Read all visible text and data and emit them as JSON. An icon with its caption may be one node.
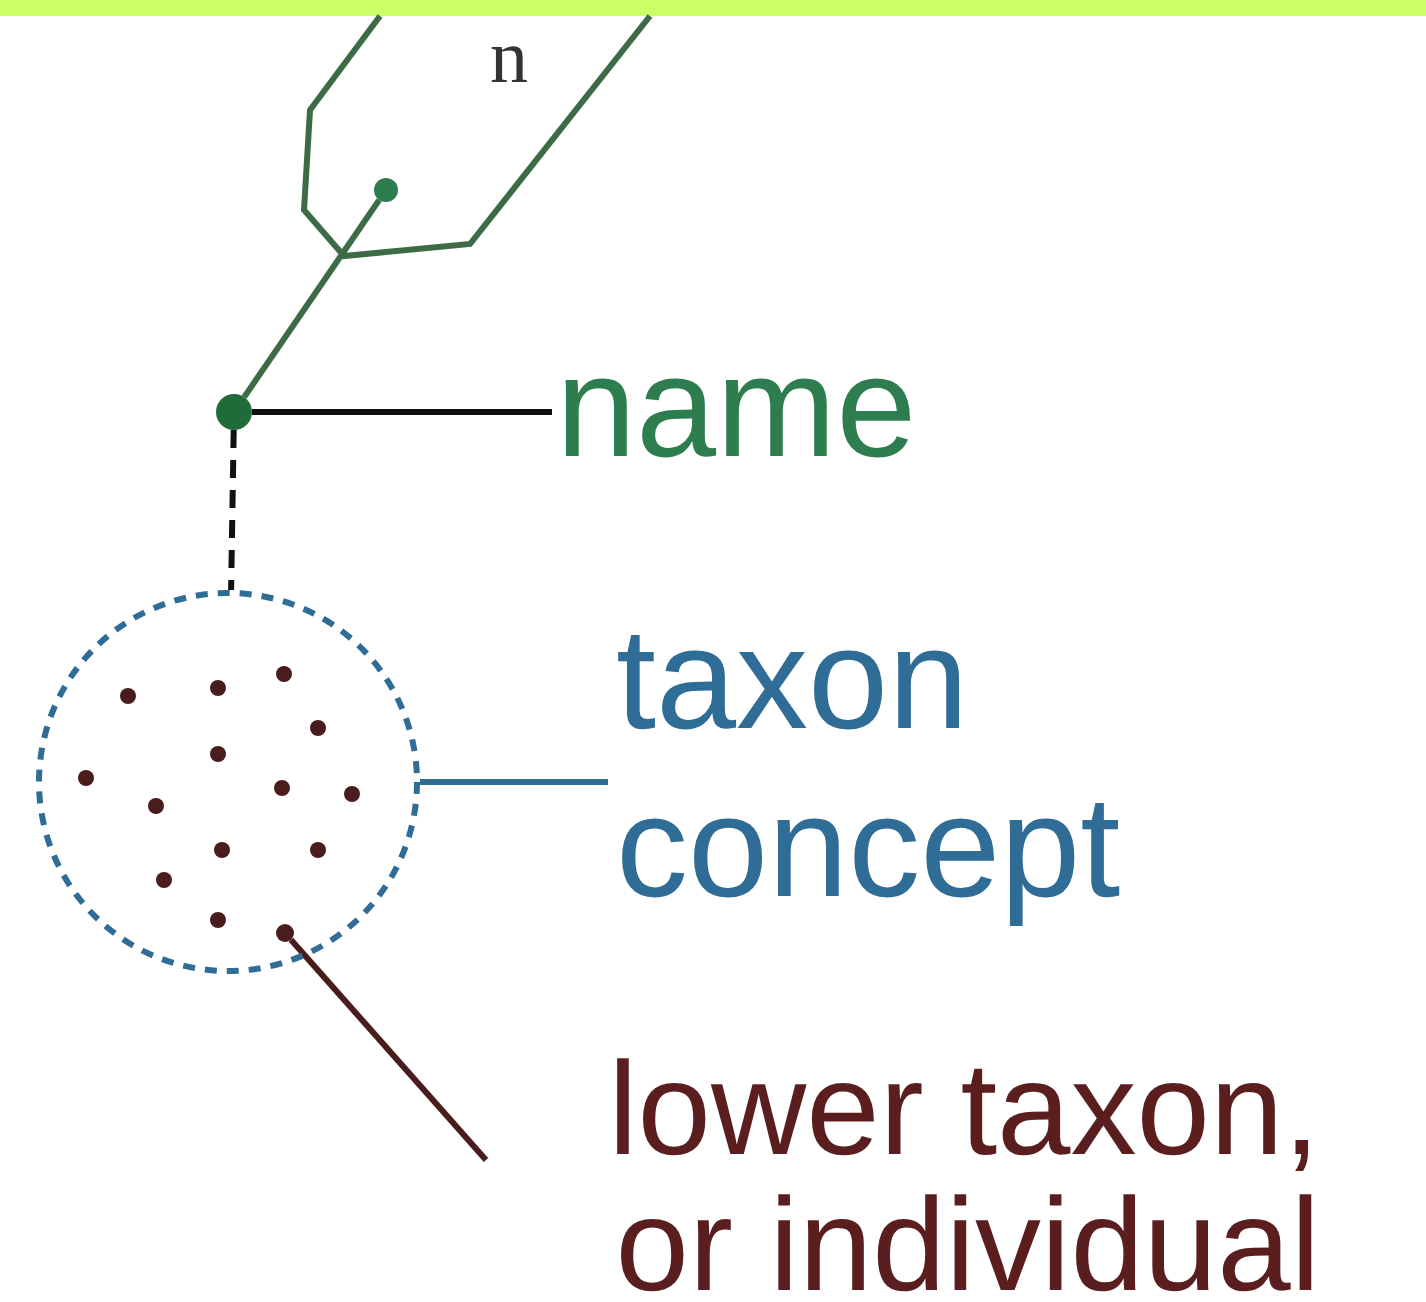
{
  "diagram": {
    "nodes": [
      {
        "text": [
          "n"
        ]
      },
      {
        "text": [],
        "shape": "circle",
        "in": 0
      },
      {
        "text": [],
        "shape": "circle"
      },
      {
        "text": [
          "name"
        ]
      },
      {
        "text": [],
        "shape": "circle"
      },
      {
        "text": [],
        "shape": "circle",
        "in": 4
      },
      {
        "text": [
          "taxon concept"
        ]
      },
      {
        "text": [
          "lower taxon, or individual"
        ]
      }
    ],
    "edges": [
      {
        "from": 1,
        "to": 2,
        "arrow": "none",
        "color": "#3d6b45"
      },
      {
        "from": 3,
        "to": 2,
        "arrow": "none"
      },
      {
        "from": 2,
        "to": 4,
        "arrow": "none",
        "style": "dashed"
      },
      {
        "from": 6,
        "to": 4,
        "arrow": "none",
        "color": "#2f6c96"
      },
      {
        "from": 7,
        "to": 5,
        "arrow": "none",
        "color": "#4a1c1c"
      }
    ]
  }
}
